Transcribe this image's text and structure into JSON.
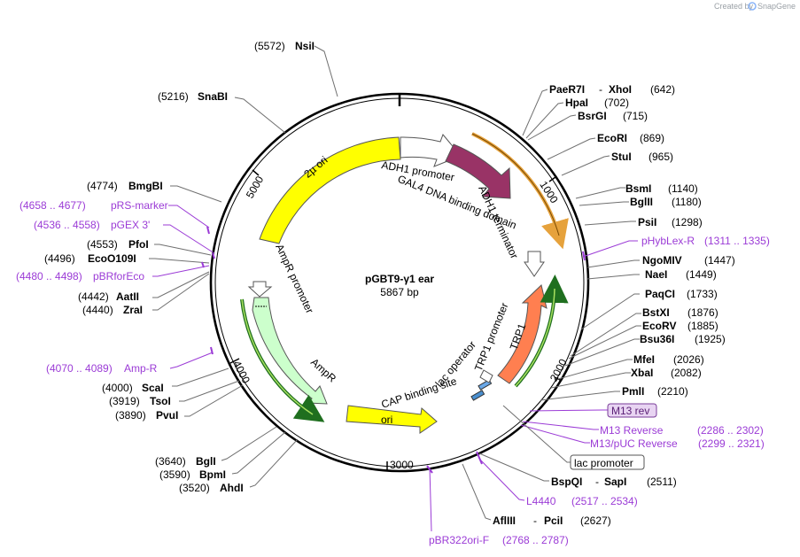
{
  "brand": {
    "created_by": "Created by",
    "app": "SnapGene"
  },
  "plasmid": {
    "name": "pGBT9-γ1 ear",
    "size": "5867 bp"
  },
  "ticks": [
    "1000",
    "2000",
    "3000",
    "4000",
    "5000"
  ],
  "features": {
    "two_mu_ori": "2µ ori",
    "adh1_promoter": "ADH1 promoter",
    "gal4": "GAL4 DNA binding domain",
    "adh1_terminator": "ADH1 terminator",
    "ampr_promoter": "AmpR promoter",
    "ampr": "AmpR",
    "ori": "ori",
    "cap": "CAP binding site",
    "lac_operator": "lac operator",
    "trp1_promoter": "TRP1 promoter",
    "trp1": "TRP1"
  },
  "sites": {
    "nsii": {
      "name": "NsiI",
      "pos": "(5572)"
    },
    "snabi": {
      "name": "SnaBI",
      "pos": "(5216)"
    },
    "bmgbi": {
      "name": "BmgBI",
      "pos": "(4774)"
    },
    "pfoi": {
      "name": "PfoI",
      "pos": "(4553)"
    },
    "ecoo109i": {
      "name": "EcoO109I",
      "pos": "(4496)"
    },
    "aatii": {
      "name": "AatII",
      "pos": "(4442)"
    },
    "zrai": {
      "name": "ZraI",
      "pos": "(4440)"
    },
    "scai": {
      "name": "ScaI",
      "pos": "(4000)"
    },
    "tsoi": {
      "name": "TsoI",
      "pos": "(3919)"
    },
    "pvui": {
      "name": "PvuI",
      "pos": "(3890)"
    },
    "bgli": {
      "name": "BglI",
      "pos": "(3640)"
    },
    "bpmi": {
      "name": "BpmI",
      "pos": "(3590)"
    },
    "ahdi": {
      "name": "AhdI",
      "pos": "(3520)"
    },
    "paer7i": {
      "name": "PaeR7I",
      "sep": "-",
      "name2": "XhoI",
      "pos": "(642)"
    },
    "hpai": {
      "name": "HpaI",
      "pos": "(702)"
    },
    "bsrgi": {
      "name": "BsrGI",
      "pos": "(715)"
    },
    "ecori": {
      "name": "EcoRI",
      "pos": "(869)"
    },
    "stui": {
      "name": "StuI",
      "pos": "(965)"
    },
    "bsmi": {
      "name": "BsmI",
      "pos": "(1140)"
    },
    "bglii": {
      "name": "BglII",
      "pos": "(1180)"
    },
    "psii": {
      "name": "PsiI",
      "pos": "(1298)"
    },
    "ngomiv": {
      "name": "NgoMIV",
      "pos": "(1447)"
    },
    "naei": {
      "name": "NaeI",
      "pos": "(1449)"
    },
    "paqci": {
      "name": "PaqCI",
      "pos": "(1733)"
    },
    "bstxi": {
      "name": "BstXI",
      "pos": "(1876)"
    },
    "ecorv": {
      "name": "EcoRV",
      "pos": "(1885)"
    },
    "bsu36i": {
      "name": "Bsu36I",
      "pos": "(1925)"
    },
    "mfei": {
      "name": "MfeI",
      "pos": "(2026)"
    },
    "xbai": {
      "name": "XbaI",
      "pos": "(2082)"
    },
    "pmli": {
      "name": "PmlI",
      "pos": "(2210)"
    },
    "bspqi": {
      "name": "BspQI",
      "sep": "-",
      "name2": "SapI",
      "pos": "(2511)"
    },
    "afliii": {
      "name": "AflIII",
      "sep": "-",
      "name2": "PciI",
      "pos": "(2627)"
    }
  },
  "primers": {
    "prs_marker": {
      "name": "pRS-marker",
      "range": "(4658 .. 4677)"
    },
    "pgex3": {
      "name": "pGEX 3'",
      "range": "(4536 .. 4558)"
    },
    "pbrforeco": {
      "name": "pBRforEco",
      "range": "(4480 .. 4498)"
    },
    "ampr_primer": {
      "name": "Amp-R",
      "range": "(4070 .. 4089)"
    },
    "phyblexr": {
      "name": "pHybLex-R",
      "range": "(1311 .. 1335)"
    },
    "m13rev_box": {
      "name": "M13 rev"
    },
    "m13reverse": {
      "name": "M13 Reverse",
      "range": "(2286 .. 2302)"
    },
    "m13puc": {
      "name": "M13/pUC Reverse",
      "range": "(2299 .. 2321)"
    },
    "lac_promoter_box": {
      "name": "lac promoter"
    },
    "l4440": {
      "name": "L4440",
      "range": "(2517 .. 2534)"
    },
    "pbr322ori": {
      "name": "pBR322ori-F",
      "range": "(2768 .. 2787)"
    }
  },
  "colors": {
    "two_mu_ori": "#ffff00",
    "adh1_terminator": "#993366",
    "ampr": "#ccffcc",
    "trp1": "#ff7f50",
    "primer": "#9b3bd6",
    "green_arc": "#1f6f1f",
    "orange_arc": "#e6a23c"
  }
}
